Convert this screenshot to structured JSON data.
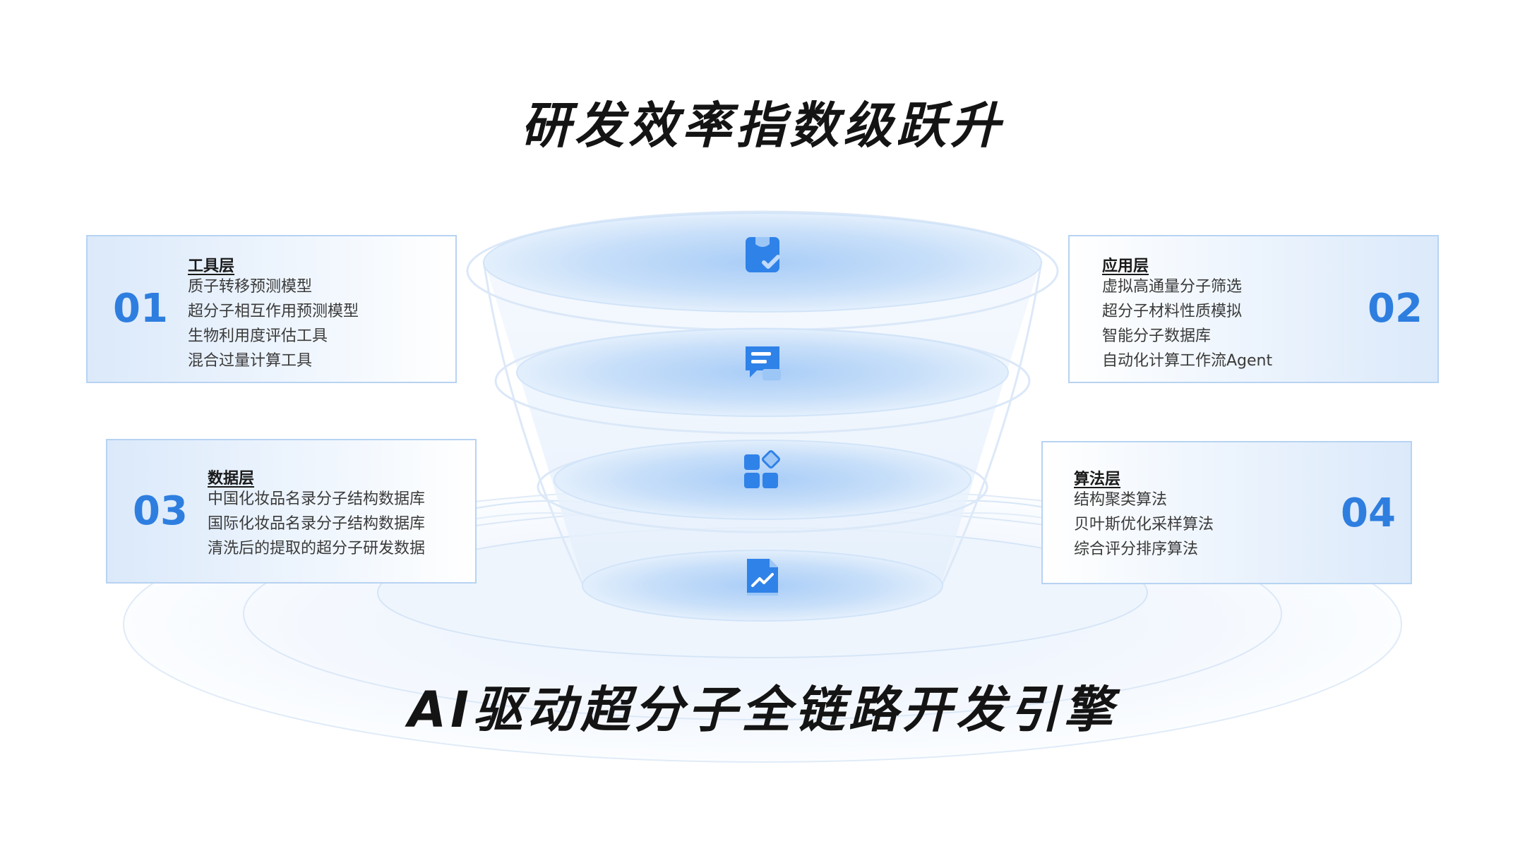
{
  "title_top": "研发效率指数级跃升",
  "title_bottom": "AI驱动超分子全链路开发引擎",
  "cards": [
    {
      "number": "01",
      "heading": "工具层",
      "items": [
        "质子转移预测模型",
        "超分子相互作用预测模型",
        "生物利用度评估工具",
        "混合过量计算工具"
      ]
    },
    {
      "number": "02",
      "heading": "应用层",
      "items": [
        "虚拟高通量分子筛选",
        "超分子材料性质模拟",
        "智能分子数据库",
        "自动化计算工作流Agent"
      ]
    },
    {
      "number": "03",
      "heading": "数据层",
      "items": [
        "中国化妆品名录分子结构数据库",
        "国际化妆品名录分子结构数据库",
        "清洗后的提取的超分子研发数据"
      ]
    },
    {
      "number": "04",
      "heading": "算法层",
      "items": [
        "结构聚类算法",
        "贝叶斯优化采样算法",
        "综合评分排序算法"
      ]
    }
  ],
  "icons": [
    "clipboard-check-icon",
    "document-lines-icon",
    "grid-apps-icon",
    "chart-trend-icon"
  ],
  "colors": {
    "accent": "#2e7ee0",
    "icon": "#2f82e8",
    "card_border": "#b7d3f2"
  }
}
